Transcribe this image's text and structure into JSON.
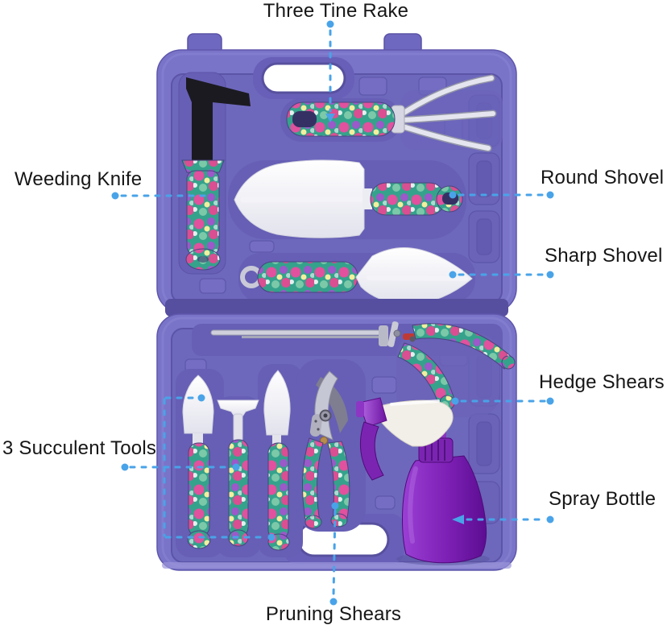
{
  "page": {
    "background": "#ffffff"
  },
  "annotation": {
    "line_color": "#49a3e8",
    "text_color": "#161616",
    "labels": {
      "three_tine_rake": "Three Tine Rake",
      "weeding_knife": "Weeding Knife",
      "round_shovel": "Round Shovel",
      "sharp_shovel": "Sharp Shovel",
      "hedge_shears": "Hedge Shears",
      "succulent_tools": "3 Succulent Tools",
      "spray_bottle": "Spray Bottle",
      "pruning_shears": "Pruning Shears"
    }
  },
  "illustration": {
    "case_color": "#7a74c9",
    "tray_color": "#6e68bd",
    "recess_color": "#665fb5",
    "blade_color": "#f7f7fb",
    "weeding_blade_color": "#1b1a20",
    "spray_bottle_color": "#7c24b2",
    "handle_pattern_colors": [
      "#35a28c",
      "#e0519e",
      "#9b59c9",
      "#f2ef9e",
      "#ffffff"
    ]
  }
}
